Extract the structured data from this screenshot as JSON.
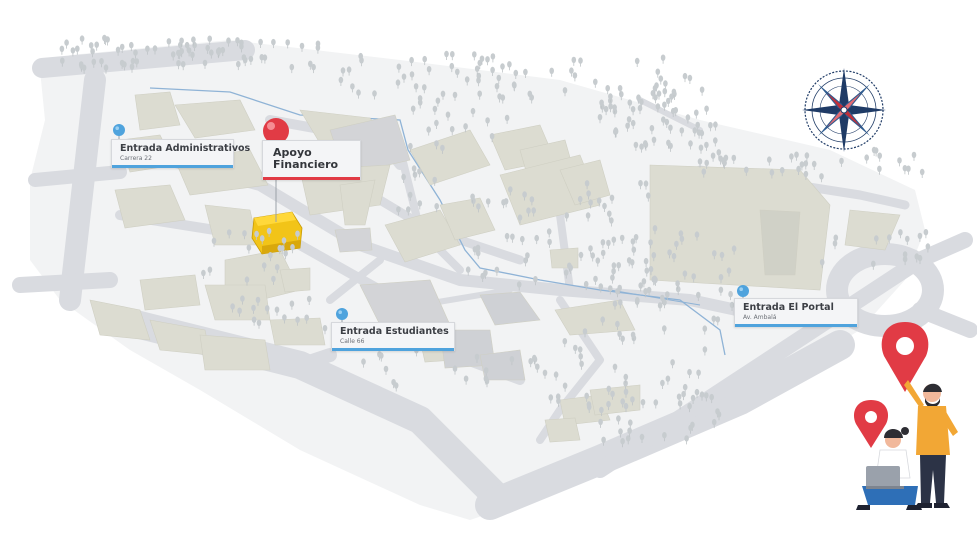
{
  "locations": [
    {
      "id": "admin",
      "title": "Entrada Administrativos",
      "subtitle": "Carrera 22",
      "pin_color": "#4fa3dd"
    },
    {
      "id": "financial",
      "title_line1": "Apoyo",
      "title_line2": "Financiero",
      "pin_color": "#e13b45",
      "highlight_color": "#f2c418"
    },
    {
      "id": "students",
      "title": "Entrada Estudiantes",
      "subtitle": "Calle 66",
      "pin_color": "#4fa3dd"
    },
    {
      "id": "portal",
      "title": "Entrada El Portal",
      "subtitle": "Av. Ambalá",
      "pin_color": "#4fa3dd"
    }
  ],
  "colors": {
    "road": "#d9dbe0",
    "building": "#dcdcd1",
    "tree": "#c7cccf",
    "river": "#8fb3d6",
    "accent_blue": "#4fa3dd",
    "accent_red": "#e13b45"
  },
  "compass": {
    "icon": "compass-rose-icon",
    "primary": "#1f3b66",
    "secondary": "#c0303a"
  },
  "illustration": {
    "icon": "people-with-location-pins-icon"
  }
}
